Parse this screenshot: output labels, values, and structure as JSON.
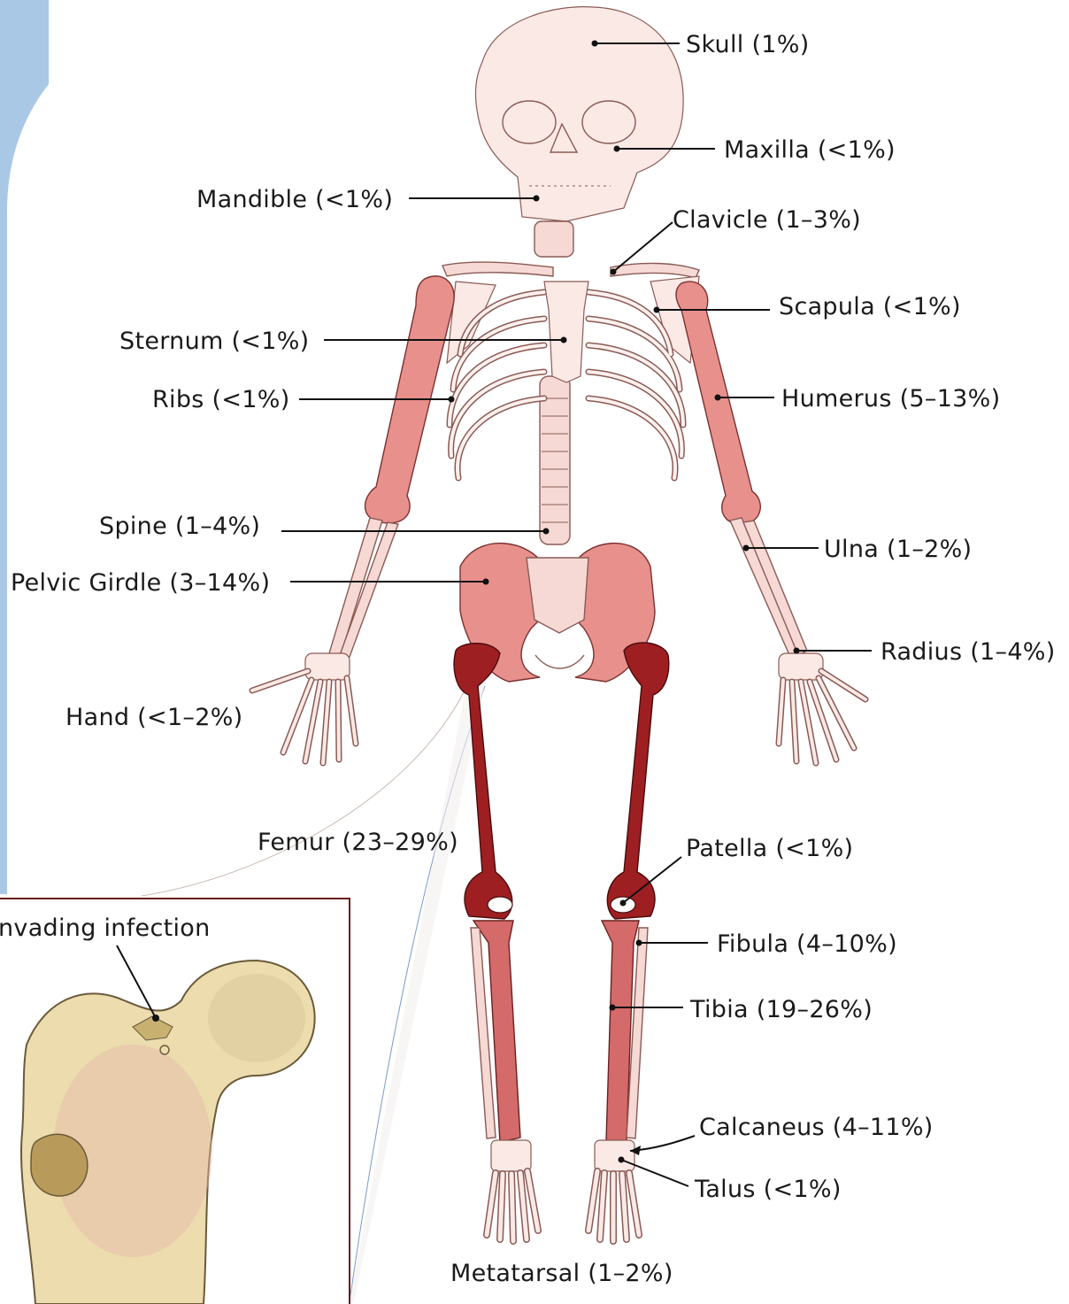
{
  "colors": {
    "bone_light": "#f6d9d4",
    "bone_mid": "#e8908c",
    "bone_dark": "#9e1f22",
    "inset_border": "#6b1a1a",
    "inset_bone": "#ecdcae",
    "side_panel": "#a9c8e6"
  },
  "labels": {
    "skull": "Skull (1%)",
    "maxilla": "Maxilla (<1%)",
    "mandible": "Mandible (<1%)",
    "clavicle": "Clavicle (1–3%)",
    "scapula": "Scapula (<1%)",
    "sternum": "Sternum (<1%)",
    "ribs": "Ribs (<1%)",
    "humerus": "Humerus (5–13%)",
    "spine": "Spine (1–4%)",
    "ulna": "Ulna (1–2%)",
    "pelvic_girdle": "Pelvic Girdle (3–14%)",
    "radius": "Radius (1–4%)",
    "hand": "Hand (<1–2%)",
    "femur": "Femur (23–29%)",
    "patella": "Patella (<1%)",
    "fibula": "Fibula (4–10%)",
    "tibia": "Tibia (19–26%)",
    "calcaneus": "Calcaneus (4–11%)",
    "talus": "Talus (<1%)",
    "metatarsal": "Metatarsal (1–2%)"
  },
  "inset": {
    "label": "nvading infection"
  }
}
